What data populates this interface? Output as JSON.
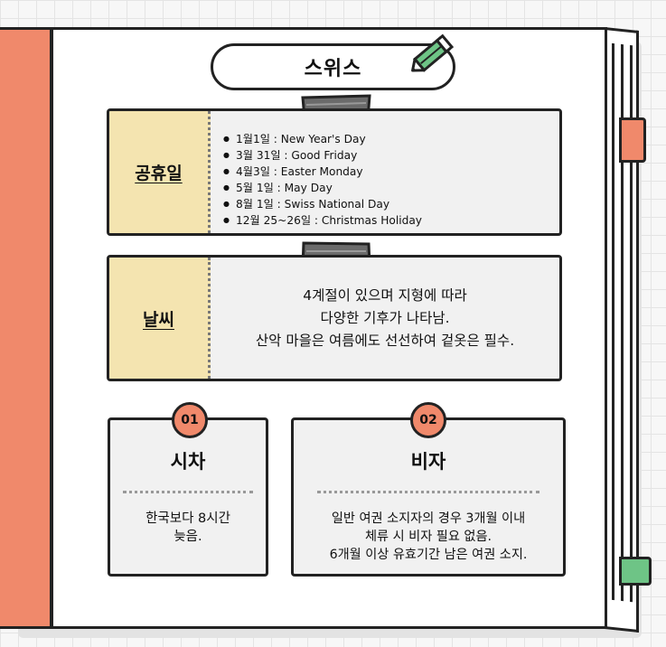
{
  "title": "스위스",
  "holidays": {
    "label": "공휴일",
    "items": [
      "1월1일 : New Year's Day",
      "3월 31일 : Good Friday",
      "4월3일 : Easter Monday",
      "5월 1일 : May Day",
      "8월 1일 : Swiss National Day",
      "12월 25~26일 : Christmas Holiday"
    ]
  },
  "weather": {
    "label": "날씨",
    "lines": [
      "4계절이 있으며 지형에 따라",
      "다양한 기후가 나타남.",
      "산악 마을은 여름에도 선선하여 겉옷은 필수."
    ]
  },
  "time_diff": {
    "badge": "01",
    "title": "시차",
    "lines": [
      "한국보다 8시간",
      "늦음."
    ]
  },
  "visa": {
    "badge": "02",
    "title": "비자",
    "lines": [
      "일반 여권 소지자의 경우 3개월 이내",
      "체류 시 비자 필요 없음.",
      "6개월 이상 유효기간 남은 여권 소지."
    ]
  },
  "colors": {
    "accent_red": "#f0896b",
    "accent_green": "#6ec486",
    "label_yellow": "#f4e4b0",
    "card_gray": "#f1f1f1"
  },
  "icons": [
    "pencil-icon",
    "tape-icon"
  ]
}
